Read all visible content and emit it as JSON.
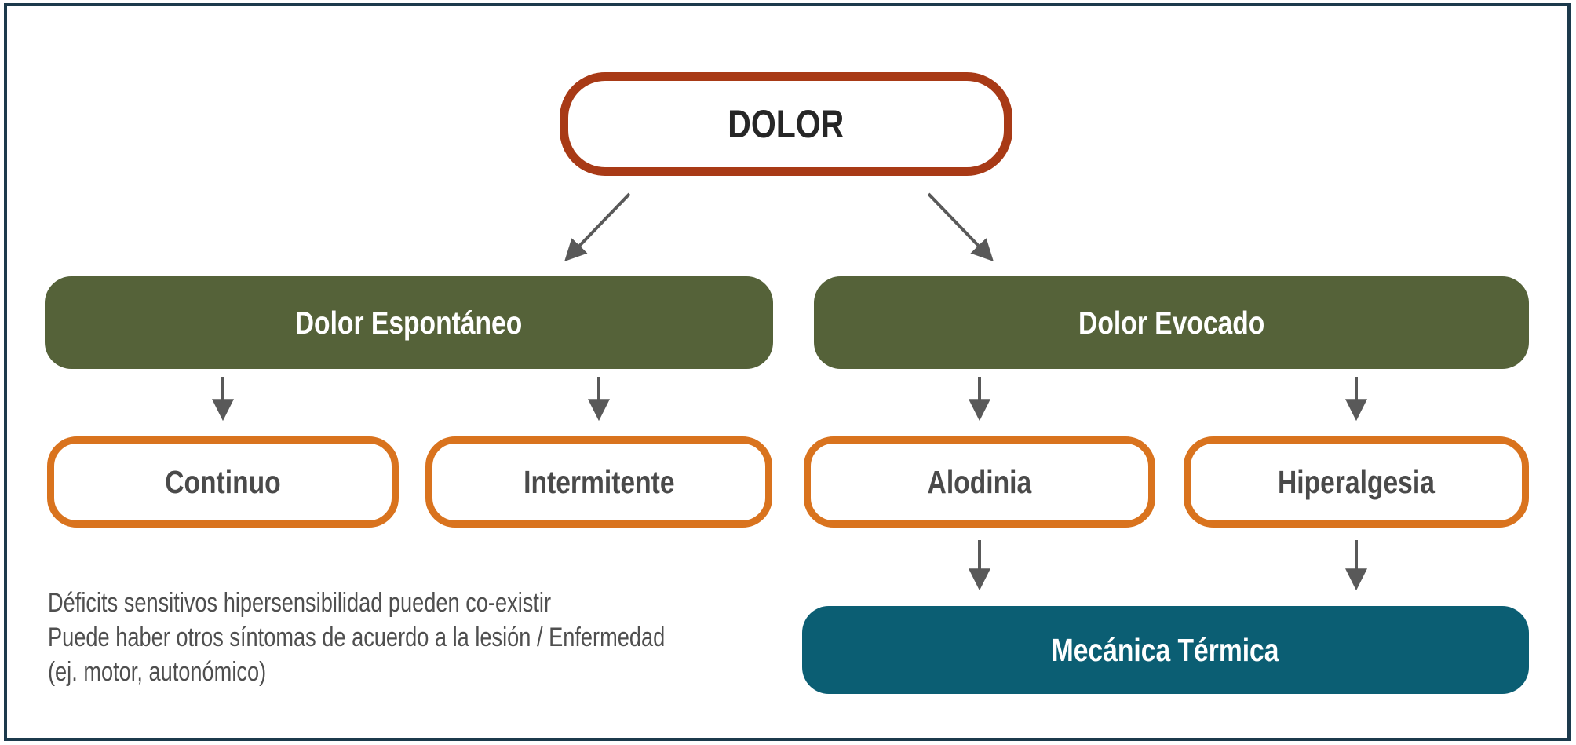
{
  "diagram": {
    "root": {
      "label": "DOLOR"
    },
    "branches": [
      {
        "label": "Dolor Espontáneo"
      },
      {
        "label": "Dolor Evocado"
      }
    ],
    "leaves": [
      {
        "label": "Continuo"
      },
      {
        "label": "Intermitente"
      },
      {
        "label": "Alodinia"
      },
      {
        "label": "Hiperalgesia"
      }
    ],
    "outcome": {
      "label": "Mecánica Térmica"
    },
    "note": {
      "line1": "Déficits sensitivos hipersensibilidad pueden co-existir",
      "line2": "Puede haber otros síntomas de acuerdo a la lesión / Enfermedad",
      "line3": "(ej. motor, autonómico)"
    },
    "colors": {
      "root_border": "#a83a16",
      "branch_fill": "#556239",
      "leaf_border": "#d9731e",
      "outcome_fill": "#0b5e73",
      "arrow": "#595959",
      "frame_border": "#1c3a4c"
    }
  }
}
